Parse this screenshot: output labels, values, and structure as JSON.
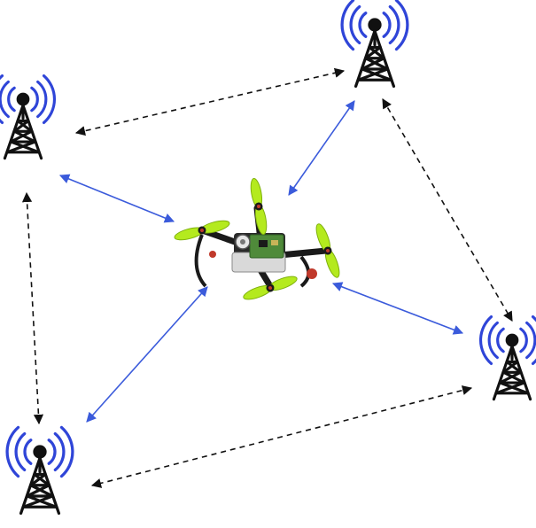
{
  "diagram": {
    "nodes": [
      {
        "id": "tower-top-right",
        "kind": "radio-tower-icon"
      },
      {
        "id": "tower-left",
        "kind": "radio-tower-icon"
      },
      {
        "id": "tower-right",
        "kind": "radio-tower-icon"
      },
      {
        "id": "tower-bottom-left",
        "kind": "radio-tower-icon"
      },
      {
        "id": "drone",
        "kind": "quadcopter-drone"
      }
    ],
    "links": [
      {
        "from": "tower-left",
        "to": "tower-top-right",
        "style": "dashed",
        "color": "#111111"
      },
      {
        "from": "tower-top-right",
        "to": "tower-right",
        "style": "dashed",
        "color": "#111111"
      },
      {
        "from": "tower-right",
        "to": "tower-bottom-left",
        "style": "dashed",
        "color": "#111111"
      },
      {
        "from": "tower-bottom-left",
        "to": "tower-left",
        "style": "dashed",
        "color": "#111111"
      },
      {
        "from": "drone",
        "to": "tower-left",
        "style": "solid",
        "color": "#3b5bdb"
      },
      {
        "from": "drone",
        "to": "tower-top-right",
        "style": "solid",
        "color": "#3b5bdb"
      },
      {
        "from": "drone",
        "to": "tower-right",
        "style": "solid",
        "color": "#3b5bdb"
      },
      {
        "from": "drone",
        "to": "tower-bottom-left",
        "style": "solid",
        "color": "#3b5bdb"
      }
    ],
    "colors": {
      "signal_waves": "#2f45d8",
      "tower": "#111111",
      "propeller": "#b4ea1e",
      "drone_board": "#4f8a3a",
      "drone_frame": "#1a1a1a",
      "drone_accent": "#c0392b"
    }
  }
}
